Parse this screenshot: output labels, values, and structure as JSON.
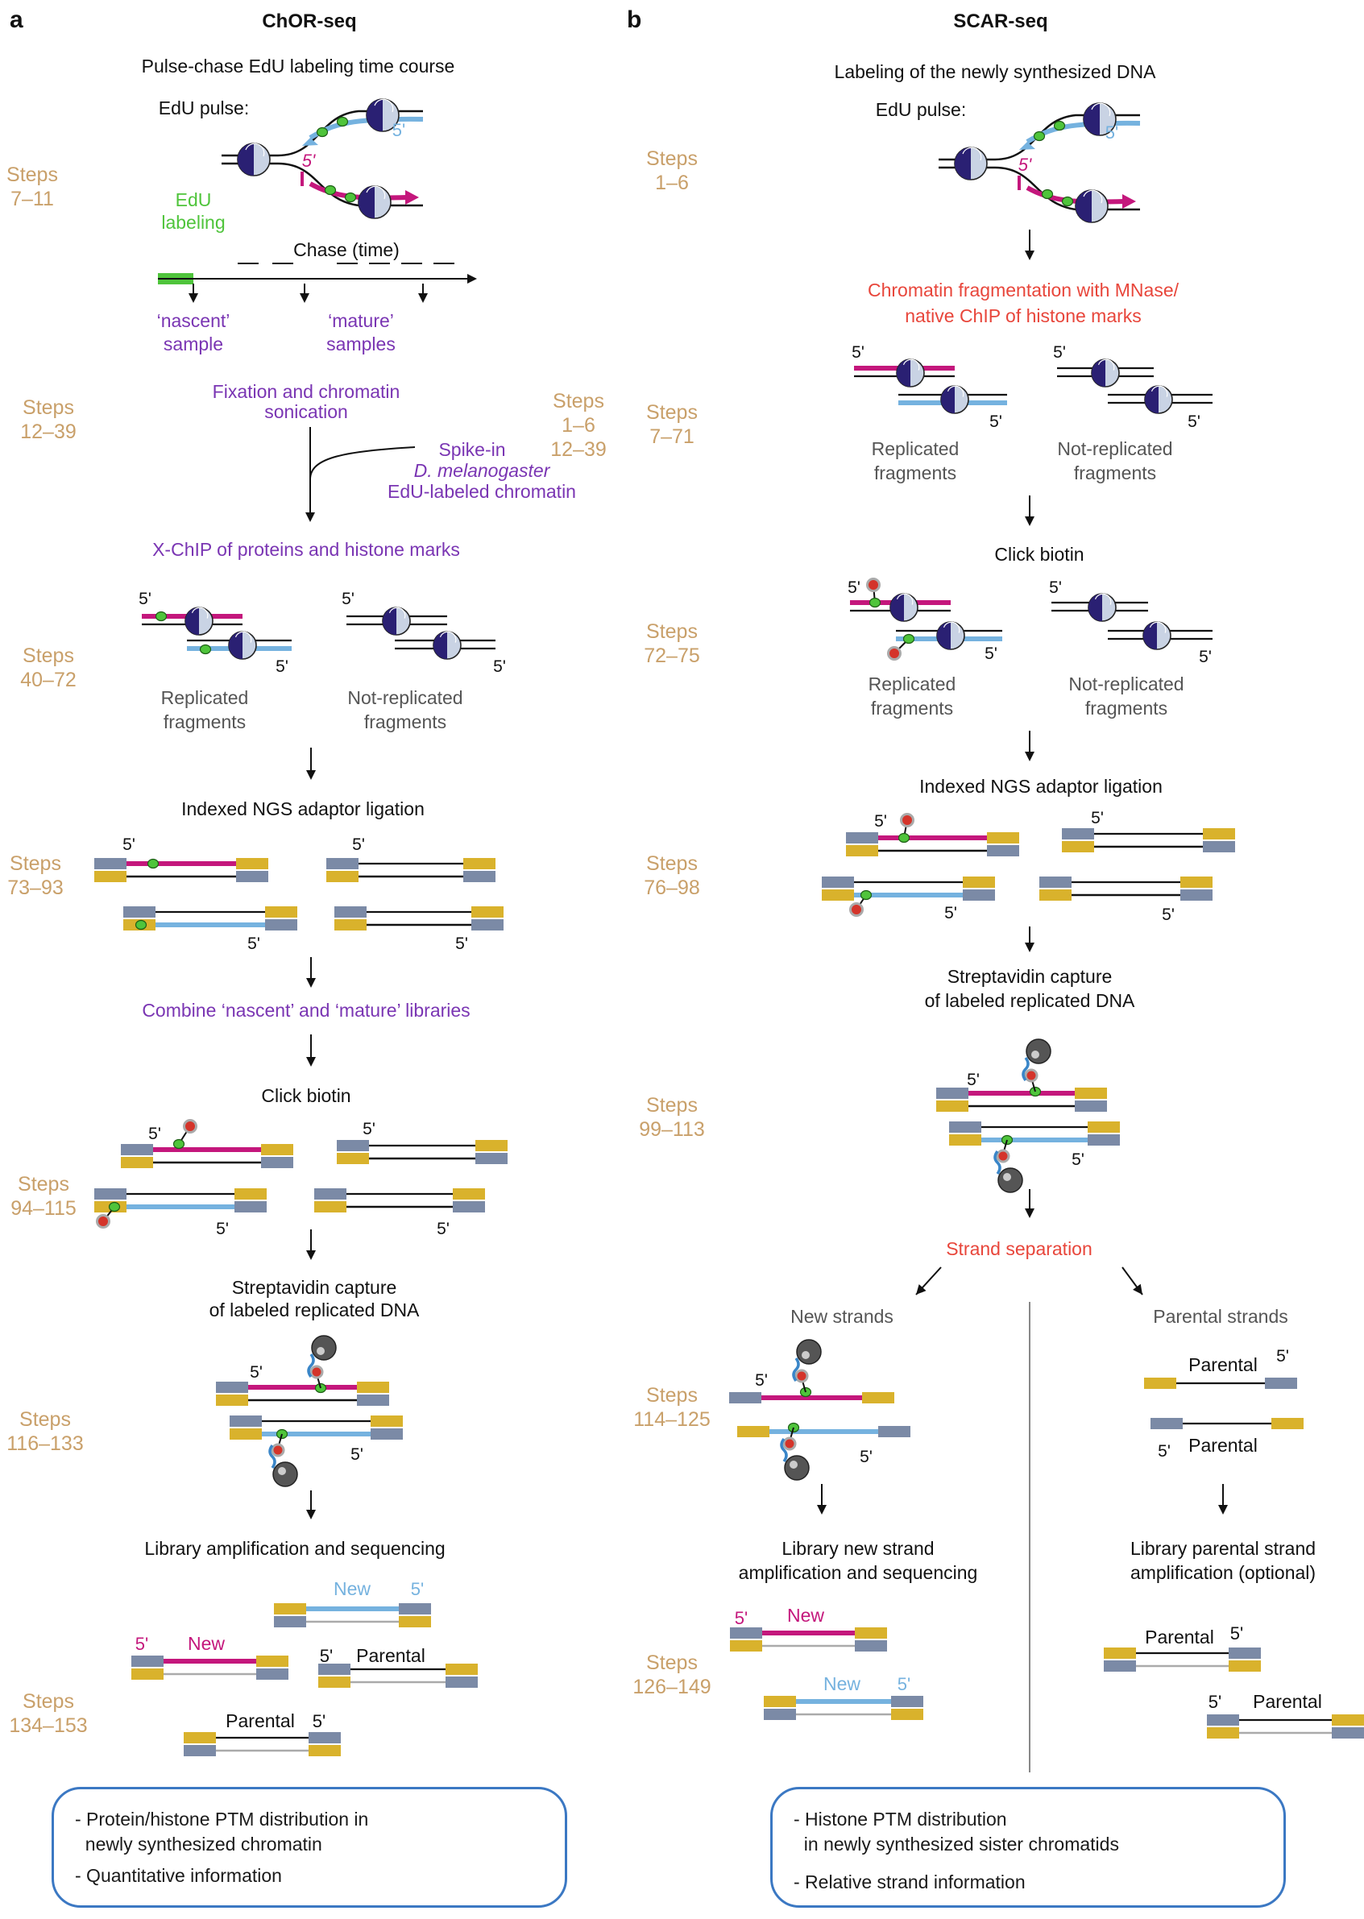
{
  "colors": {
    "steps": "#c9a06a",
    "purple_label": "#7a35b3",
    "red_label": "#e8463b",
    "new_strand_magenta": "#c4177c",
    "new_strand_blue": "#75b2df",
    "edu_green": "#4fc43b",
    "nucleosome_dark": "#2a2073",
    "adaptor_grey": "#7b8aa6",
    "adaptor_gold": "#d9b22c",
    "box_blue": "#3b78c3",
    "grey_text": "#555555"
  },
  "panel_a": {
    "letter": "a",
    "title": "ChOR-seq",
    "edu_title": "Pulse-chase EdU labeling time course",
    "edu_pulse": "EdU pulse:",
    "five_prime": "5'",
    "edu_labeling": "EdU\nlabeling",
    "chase": "Chase (time)",
    "nascent": "‘nascent’\nsample",
    "mature": "‘mature’\nsamples",
    "fixation": "Fixation and chromatin\nsonication",
    "spike_in_1": "Spike-in",
    "spike_in_2": "D. melanogaster",
    "spike_in_3": "EdU-labeled chromatin",
    "xchip": "X-ChIP of proteins and histone marks",
    "replicated": "Replicated\nfragments",
    "not_replicated": "Not-replicated\nfragments",
    "adaptor_ligation": "Indexed NGS adaptor ligation",
    "combine": "Combine ‘nascent’ and ‘mature’ libraries",
    "click_biotin": "Click biotin",
    "streptavidin": "Streptavidin capture\nof labeled replicated DNA",
    "library": "Library amplification and sequencing",
    "new_label": "New",
    "parental_label": "Parental",
    "steps": [
      {
        "label": "Steps\n7–11"
      },
      {
        "label": "Steps\n12–39"
      },
      {
        "label": "Steps\n1–6\n12–39"
      },
      {
        "label": "Steps\n40–72"
      },
      {
        "label": "Steps\n73–93"
      },
      {
        "label": "Steps\n94–115"
      },
      {
        "label": "Steps\n116–133"
      },
      {
        "label": "Steps\n134–153"
      }
    ],
    "outcome": [
      "- Protein/histone PTM distribution in",
      "  newly synthesized chromatin",
      "- Quantitative information"
    ]
  },
  "panel_b": {
    "letter": "b",
    "title": "SCAR-seq",
    "labeling_title": "Labeling of the newly synthesized DNA",
    "edu_pulse": "EdU pulse:",
    "five_prime": "5'",
    "fragmentation": "Chromatin fragmentation with MNase/\nnative ChIP of histone marks",
    "replicated": "Replicated\nfragments",
    "not_replicated": "Not-replicated\nfragments",
    "click_biotin": "Click biotin",
    "adaptor_ligation": "Indexed NGS adaptor ligation",
    "streptavidin": "Streptavidin capture\nof labeled replicated DNA",
    "strand_separation": "Strand separation",
    "new_strands": "New strands",
    "parental_strands": "Parental strands",
    "parental_label": "Parental",
    "new_label": "New",
    "library_new": "Library new strand\namplification and sequencing",
    "library_parental": "Library parental strand\namplification (optional)",
    "steps": [
      {
        "label": "Steps\n1–6"
      },
      {
        "label": "Steps\n7–71"
      },
      {
        "label": "Steps\n72–75"
      },
      {
        "label": "Steps\n76–98"
      },
      {
        "label": "Steps\n99–113"
      },
      {
        "label": "Steps\n114–125"
      },
      {
        "label": "Steps\n126–149"
      }
    ],
    "outcome": [
      "- Histone PTM distribution",
      "  in newly synthesized sister chromatids",
      "- Relative strand information"
    ]
  }
}
